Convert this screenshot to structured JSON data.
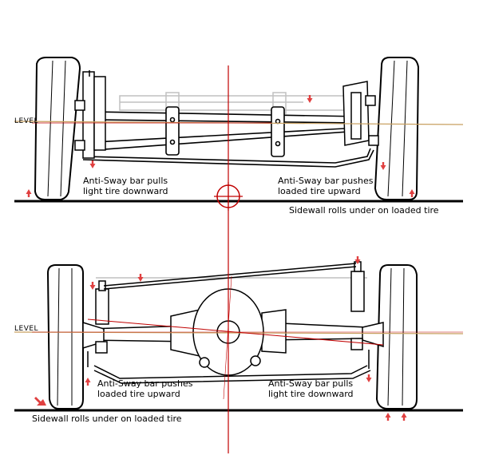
{
  "top_view": {
    "level_label": "LEVEL",
    "left_caption": [
      "Anti-Sway bar pulls",
      "light tire downward"
    ],
    "right_caption": [
      "Anti-Sway bar pushes",
      "loaded tire upward"
    ],
    "ground_caption": "Sidewall rolls under on loaded tire"
  },
  "bottom_view": {
    "level_label": "LEVEL",
    "left_caption": [
      "Anti-Sway bar pushes",
      "loaded tire upward"
    ],
    "right_caption": [
      "Anti-Sway bar pulls",
      "light tire downward"
    ],
    "ground_caption": "Sidewall rolls under on loaded tire"
  },
  "colors": {
    "line": "#000000",
    "center_line": "#c00000",
    "level_line": "#c8a060",
    "arrow": "#e04040",
    "ghost": "#c0c0c0"
  }
}
